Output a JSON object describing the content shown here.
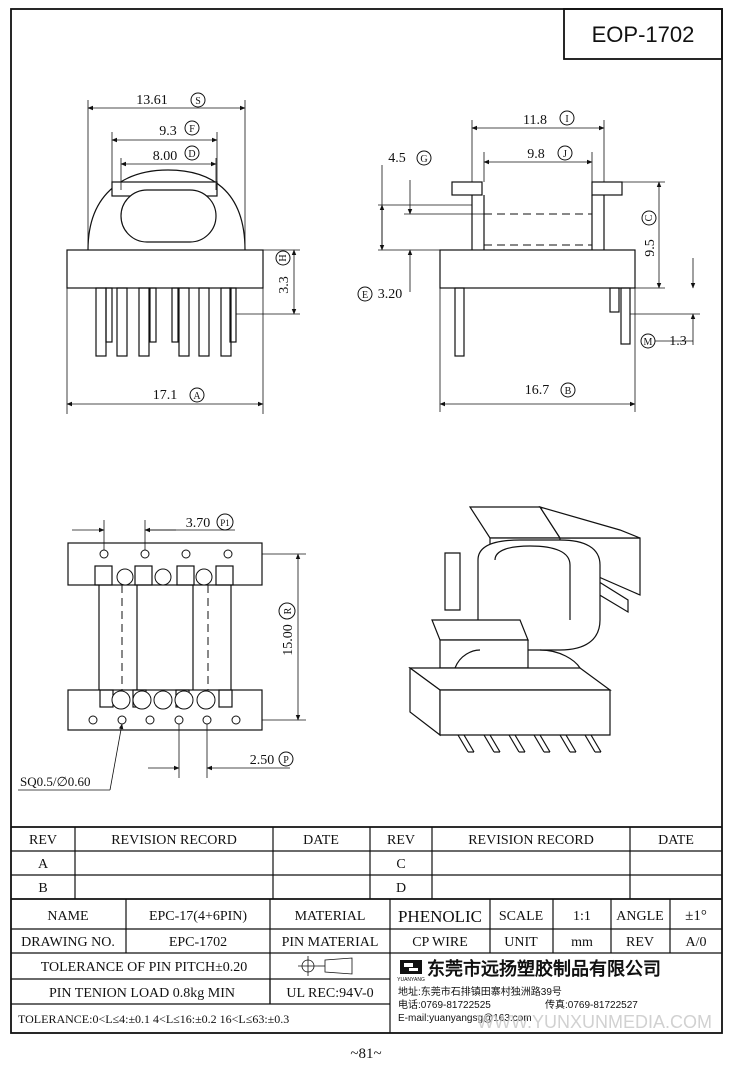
{
  "header": {
    "part_no": "EOP-1702"
  },
  "front_view": {
    "dim_s": "13.61",
    "tag_s": "S",
    "dim_f": "9.3",
    "tag_f": "F",
    "dim_d": "8.00",
    "tag_d": "D",
    "dim_h": "3.3",
    "tag_h": "H",
    "dim_a": "17.1",
    "tag_a": "A"
  },
  "side_view": {
    "dim_i": "11.8",
    "tag_i": "I",
    "dim_g": "4.5",
    "tag_g": "G",
    "dim_j": "9.8",
    "tag_j": "J",
    "dim_c": "9.5",
    "tag_c": "C",
    "tag_e": "E",
    "dim_e": "3.20",
    "tag_m": "M",
    "dim_m": "1.3",
    "dim_b": "16.7",
    "tag_b": "B"
  },
  "bottom_view": {
    "dim_p1": "3.70",
    "tag_p1": "P1",
    "dim_r": "15.00",
    "tag_r": "R",
    "dim_p": "2.50",
    "tag_p": "P",
    "pin_note": "SQ0.5/∅0.60"
  },
  "revision_table": {
    "headers": [
      "REV",
      "REVISION RECORD",
      "DATE",
      "REV",
      "REVISION RECORD",
      "DATE"
    ],
    "left_revs": [
      "A",
      "B"
    ],
    "right_revs": [
      "C",
      "D"
    ]
  },
  "title_block": {
    "name_label": "NAME",
    "name_value": "EPC-17(4+6PIN)",
    "material_label": "MATERIAL",
    "material_value": "PHENOLIC",
    "scale_label": "SCALE",
    "scale_value": "1:1",
    "angle_label": "ANGLE",
    "angle_value": "±1°",
    "drawing_no_label": "DRAWING NO.",
    "drawing_no_value": "EPC-1702",
    "pin_material_label": "PIN MATERIAL",
    "pin_material_value": "CP WIRE",
    "unit_label": "UNIT",
    "unit_value": "mm",
    "rev_label": "REV",
    "rev_value": "A/0",
    "tolerance_pitch": "TOLERANCE OF PIN PITCH±0.20",
    "pin_tension": "PIN TENION LOAD 0.8kg MIN",
    "ul_rec": "UL REC:94V-0",
    "tolerance_general": "TOLERANCE:0<L≤4:±0.1  4<L≤16:±0.2  16<L≤63:±0.3",
    "company_name": "东莞市远扬塑胶制品有限公司",
    "company_logo_text": "YUANYANG",
    "address": "地址:东莞市石排镇田寨村独洲路39号",
    "phone": "电话:0769-81722525",
    "fax": "传真:0769-81722527",
    "email": "E-mail:yuanyangsg@163.com"
  },
  "watermark": "WWW.YUNXUNMEDIA.COM",
  "page_number": "~81~"
}
